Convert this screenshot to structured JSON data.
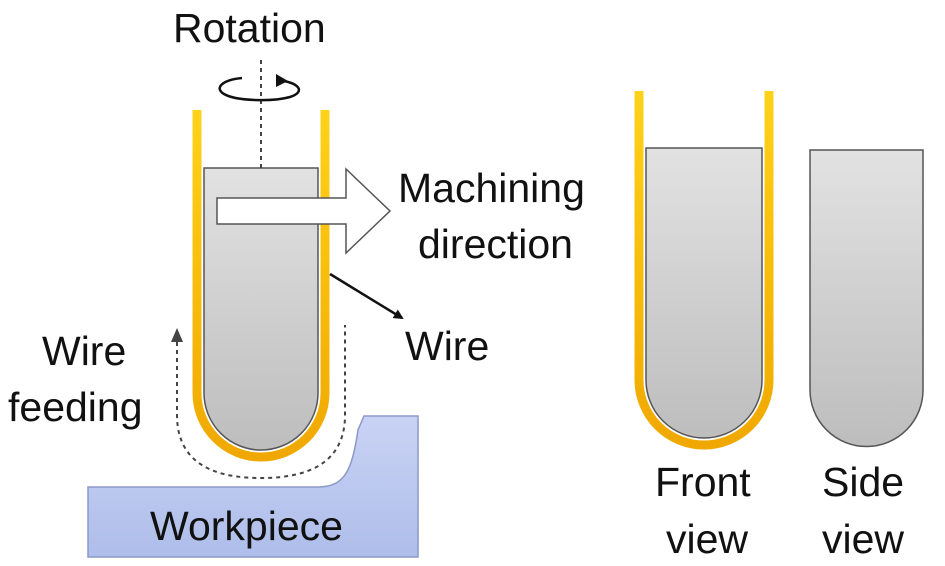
{
  "labels": {
    "rotation": "Rotation",
    "machining_line1": "Machining",
    "machining_line2": "direction",
    "wire": "Wire",
    "wire_feeding_line1": "Wire",
    "wire_feeding_line2": "feeding",
    "workpiece": "Workpiece",
    "front_view_line1": "Front",
    "front_view_line2": "view",
    "side_view_line1": "Side",
    "side_view_line2": "view"
  },
  "colors": {
    "wire": "#F5B800",
    "electrode": "#C8C8C8",
    "workpiece": "#B9C6EE",
    "outline": "#555555"
  }
}
